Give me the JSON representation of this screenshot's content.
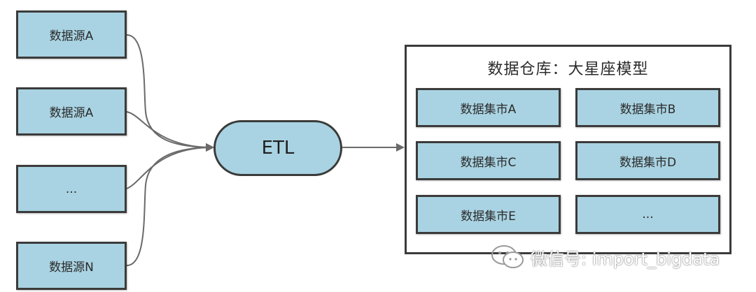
{
  "sources": [
    {
      "label": "数据源A"
    },
    {
      "label": "数据源A"
    },
    {
      "label": "..."
    },
    {
      "label": "数据源N"
    }
  ],
  "etl": {
    "label": "ETL"
  },
  "warehouse": {
    "title": "数据仓库：大星座模型",
    "marts": [
      {
        "label": "数据集市A"
      },
      {
        "label": "数据集市B"
      },
      {
        "label": "数据集市C"
      },
      {
        "label": "数据集市D"
      },
      {
        "label": "数据集市E"
      },
      {
        "label": "..."
      }
    ]
  },
  "watermark": {
    "text": "微信号: import_bigdata"
  },
  "colors": {
    "box_fill": "#a9d3e2",
    "border": "#3b3b3b",
    "arrow": "#6a6a6a"
  }
}
